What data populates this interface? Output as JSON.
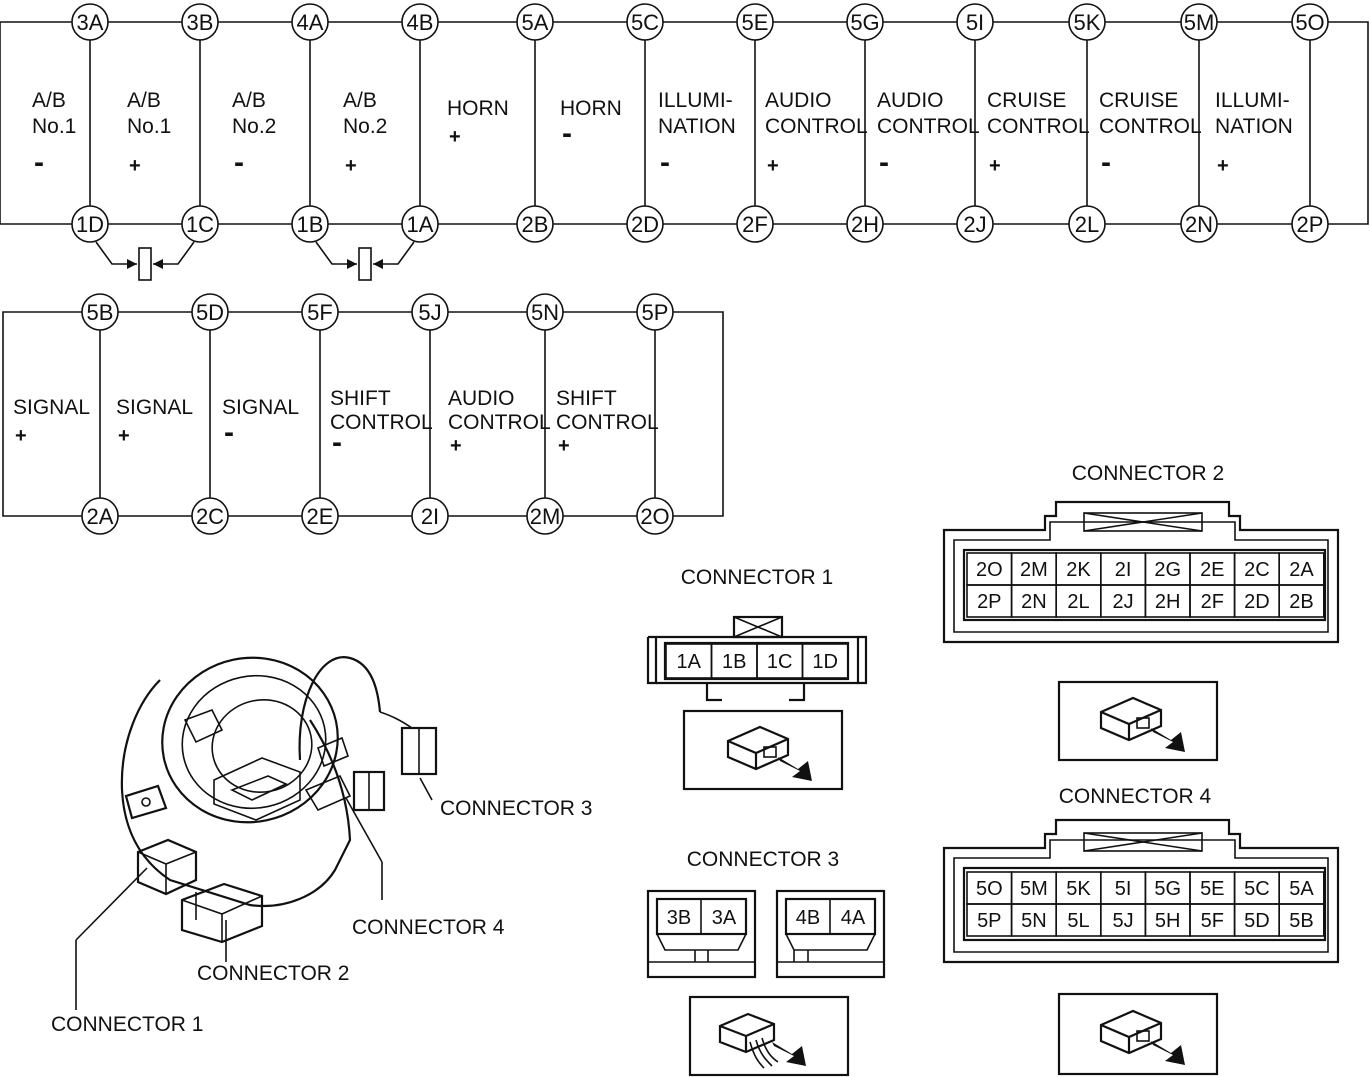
{
  "top_row": {
    "top_pins": [
      "3A",
      "3B",
      "4A",
      "4B",
      "5A",
      "5C",
      "5E",
      "5G",
      "5I",
      "5K",
      "5M",
      "5O"
    ],
    "bottom_pins": [
      "1D",
      "1C",
      "1B",
      "1A",
      "2B",
      "2D",
      "2F",
      "2H",
      "2J",
      "2L",
      "2N",
      "2P"
    ],
    "circuits": [
      [
        "A/B",
        "No.1",
        "-"
      ],
      [
        "A/B",
        "No.1",
        "+"
      ],
      [
        "A/B",
        "No.2",
        "-"
      ],
      [
        "A/B",
        "No.2",
        "+"
      ],
      [
        "HORN",
        "+"
      ],
      [
        "HORN",
        "-"
      ],
      [
        "ILLUMI-",
        "NATION",
        "-"
      ],
      [
        "AUDIO",
        "CONTROL",
        "+"
      ],
      [
        "AUDIO",
        "CONTROL",
        "-"
      ],
      [
        "CRUISE",
        "CONTROL",
        "+"
      ],
      [
        "CRUISE",
        "CONTROL",
        "-"
      ],
      [
        "ILLUMI-",
        "NATION",
        "+"
      ]
    ]
  },
  "second_row": {
    "top_pins": [
      "5B",
      "5D",
      "5F",
      "5J",
      "5N",
      "5P"
    ],
    "bottom_pins": [
      "2A",
      "2C",
      "2E",
      "2I",
      "2M",
      "2O"
    ],
    "circuits": [
      [
        "SIGNAL",
        "+"
      ],
      [
        "SIGNAL",
        "+"
      ],
      [
        "SIGNAL",
        "-"
      ],
      [
        "SHIFT",
        "CONTROL",
        "-"
      ],
      [
        "AUDIO",
        "CONTROL",
        "+"
      ],
      [
        "SHIFT",
        "CONTROL",
        "+"
      ]
    ]
  },
  "connector1": {
    "title": "CONNECTOR 1",
    "cells": [
      "1A",
      "1B",
      "1C",
      "1D"
    ]
  },
  "connector2": {
    "title": "CONNECTOR 2",
    "row1": [
      "2O",
      "2M",
      "2K",
      "2I",
      "2G",
      "2E",
      "2C",
      "2A"
    ],
    "row2": [
      "2P",
      "2N",
      "2L",
      "2J",
      "2H",
      "2F",
      "2D",
      "2B"
    ]
  },
  "connector3": {
    "title": "CONNECTOR 3",
    "left": [
      "3B",
      "3A"
    ],
    "right": [
      "4B",
      "4A"
    ]
  },
  "connector4": {
    "title": "CONNECTOR 4",
    "row1": [
      "5O",
      "5M",
      "5K",
      "5I",
      "5G",
      "5E",
      "5C",
      "5A"
    ],
    "row2": [
      "5P",
      "5N",
      "5L",
      "5J",
      "5H",
      "5F",
      "5D",
      "5B"
    ]
  },
  "illustration_labels": {
    "c1": "CONNECTOR 1",
    "c2": "CONNECTOR 2",
    "c3": "CONNECTOR 3",
    "c4": "CONNECTOR 4"
  }
}
